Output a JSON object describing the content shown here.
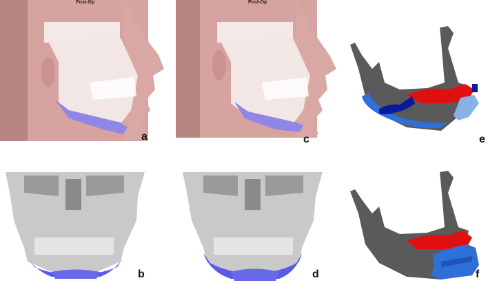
{
  "figure": {
    "panels": [
      {
        "id": "a",
        "label": "a",
        "view": "lateral",
        "overlay_title": "Post-Op"
      },
      {
        "id": "b",
        "label": "b",
        "view": "frontal"
      },
      {
        "id": "c",
        "label": "c",
        "view": "lateral",
        "overlay_title": "Post-Op"
      },
      {
        "id": "d",
        "label": "d",
        "view": "frontal"
      },
      {
        "id": "e",
        "label": "e",
        "view": "mandible-with-guide"
      },
      {
        "id": "f",
        "label": "f",
        "view": "mandible-with-guide"
      }
    ],
    "colors": {
      "soft_tissue": "#d9a6a3",
      "bone_lateral": "#f3e6e4",
      "bone_frontal": "#c8c8c8",
      "implant": "#8f86e6",
      "implant_frontal": "#5a5ae6",
      "mandible": "#585858",
      "guide_red": "#e01010",
      "guide_blue": "#2f6fd8",
      "guide_dark_blue": "#0a1a9a",
      "guide_light_blue": "#8ab0e8"
    }
  }
}
